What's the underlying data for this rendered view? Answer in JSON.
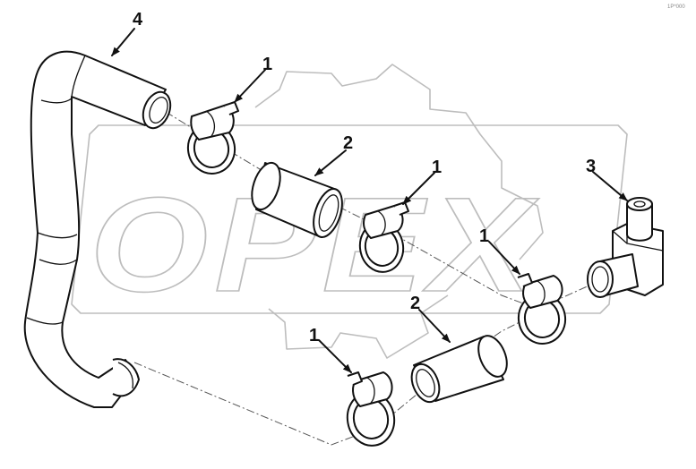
{
  "watermark": {
    "text": "OPEX"
  },
  "corner_code": "1P*000",
  "callouts": [
    {
      "id": "c4",
      "label": "4"
    },
    {
      "id": "c1a",
      "label": "1"
    },
    {
      "id": "c2a",
      "label": "2"
    },
    {
      "id": "c1b",
      "label": "1"
    },
    {
      "id": "c3",
      "label": "3"
    },
    {
      "id": "c1c",
      "label": "1"
    },
    {
      "id": "c2b",
      "label": "2"
    },
    {
      "id": "c1d",
      "label": "1"
    }
  ]
}
